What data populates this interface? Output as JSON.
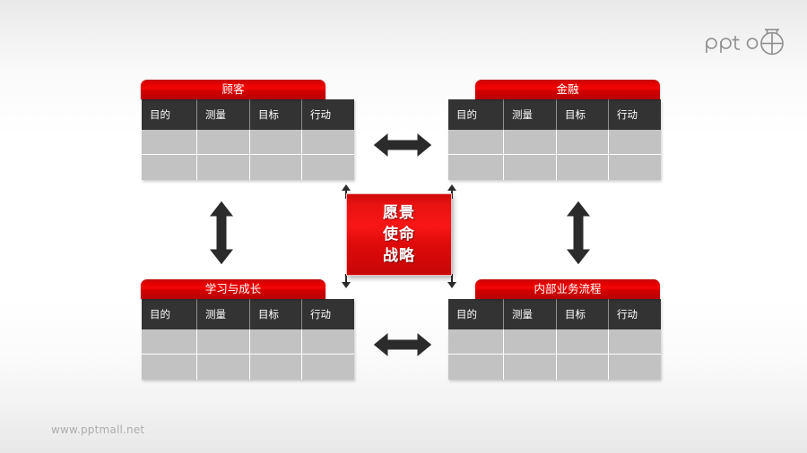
{
  "slide": {
    "title_center": {
      "lines": [
        "愿景",
        "使命",
        "战略"
      ]
    },
    "logo": {
      "text": "ppt",
      "icon": "ppt-logo-icon"
    },
    "footer": {
      "url": "www.pptmall.net"
    },
    "column_headers": [
      "目的",
      "测量",
      "目标",
      "行动"
    ],
    "quadrants": [
      {
        "id": "customer",
        "name": "顾客",
        "headers": [
          "目的",
          "测量",
          "目标",
          "行动"
        ],
        "rows": [
          [
            "",
            "",
            "",
            ""
          ],
          [
            "",
            "",
            "",
            ""
          ]
        ]
      },
      {
        "id": "finance",
        "name": "金融",
        "headers": [
          "目的",
          "测量",
          "目标",
          "行动"
        ],
        "rows": [
          [
            "",
            "",
            "",
            ""
          ],
          [
            "",
            "",
            "",
            ""
          ]
        ]
      },
      {
        "id": "learning-growth",
        "name": "学习与成长",
        "headers": [
          "目的",
          "测量",
          "目标",
          "行动"
        ],
        "rows": [
          [
            "",
            "",
            "",
            ""
          ],
          [
            "",
            "",
            "",
            ""
          ]
        ]
      },
      {
        "id": "internal-process",
        "name": "内部业务流程",
        "headers": [
          "目的",
          "测量",
          "目标",
          "行动"
        ],
        "rows": [
          [
            "",
            "",
            "",
            ""
          ],
          [
            "",
            "",
            "",
            ""
          ]
        ]
      }
    ],
    "connectors": [
      {
        "id": "top-horizontal",
        "direction": "horizontal"
      },
      {
        "id": "bottom-horizontal",
        "direction": "horizontal"
      },
      {
        "id": "left-vertical",
        "direction": "vertical"
      },
      {
        "id": "right-vertical",
        "direction": "vertical"
      }
    ],
    "colors": {
      "banner_red": "#e00000",
      "center_red": "#f81616",
      "header_dark": "#333333",
      "cell_gray": "#c2c2c2",
      "arrow_dark": "#2b2b2b",
      "footer_gray": "#adadad"
    }
  }
}
